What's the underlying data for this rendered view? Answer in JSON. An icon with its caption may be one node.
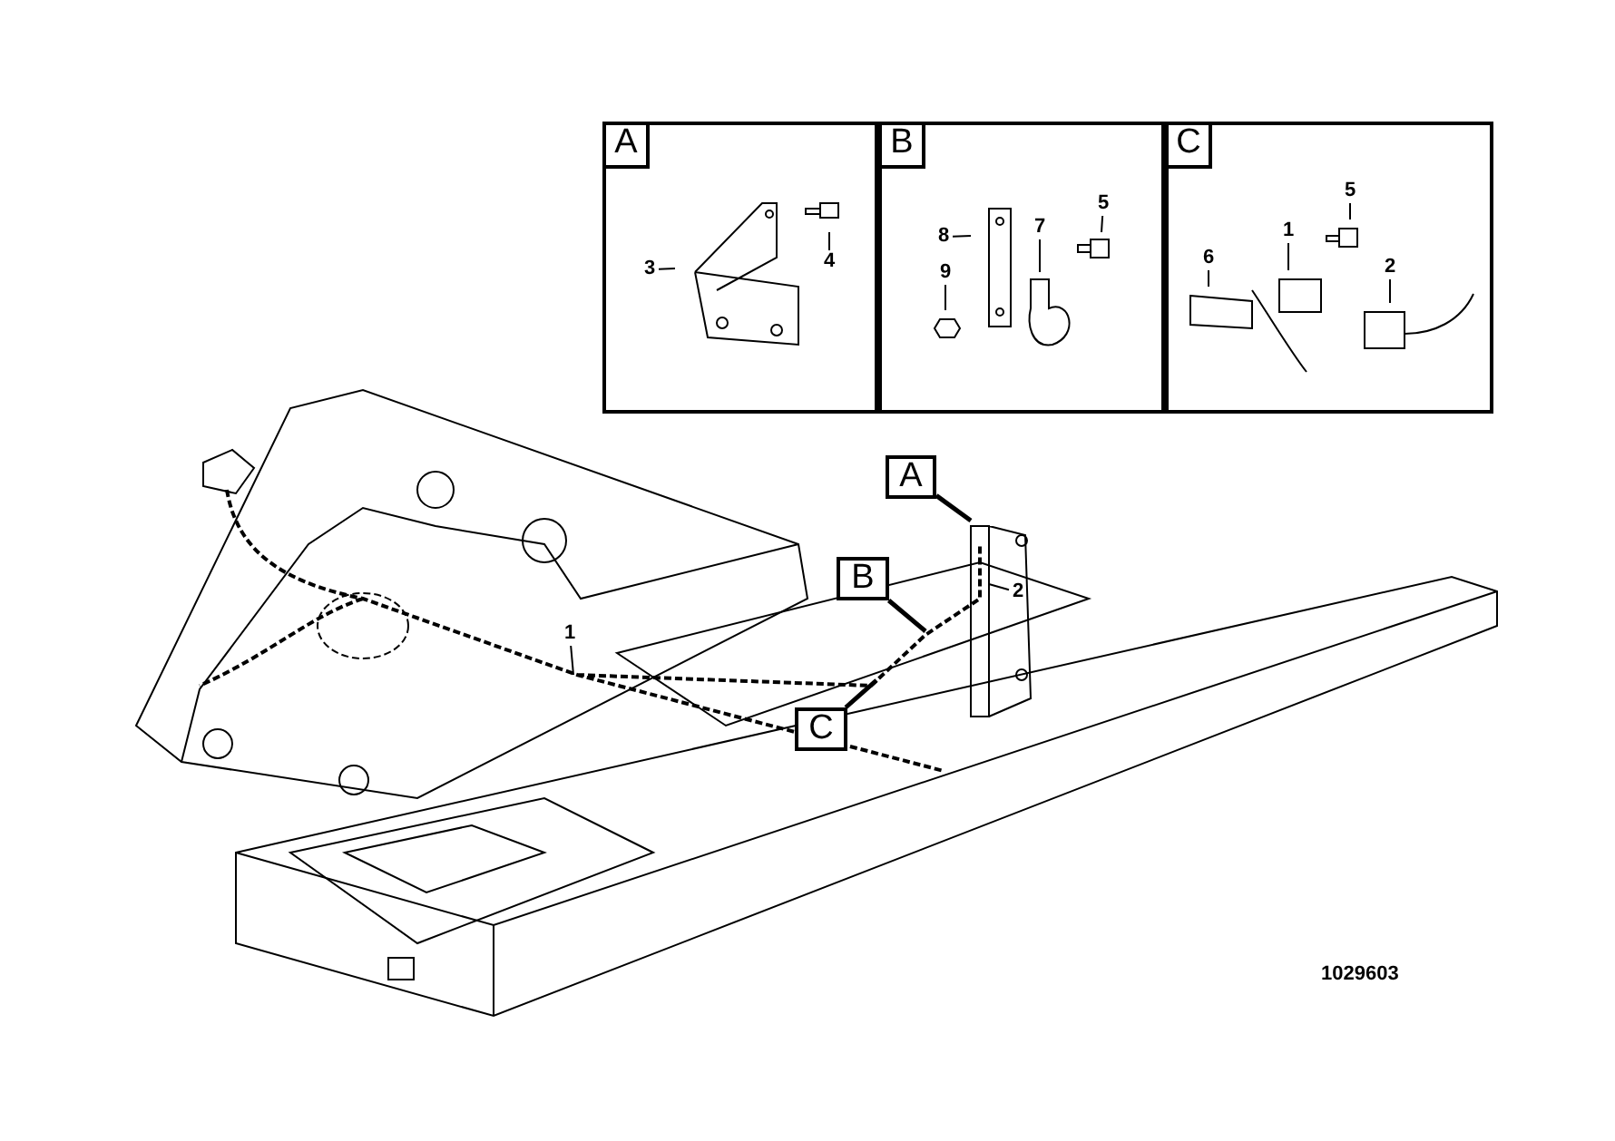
{
  "diagram": {
    "nodes": [
      {
        "text": [],
        "shape": "box"
      },
      {
        "text": [
          "A"
        ],
        "in": 0
      },
      {
        "text": [
          "3"
        ],
        "in": 0
      },
      {
        "text": [
          "4"
        ],
        "in": 0
      },
      {
        "text": [],
        "shape": "box"
      },
      {
        "text": [
          "B"
        ],
        "in": 4
      },
      {
        "text": [
          "8"
        ],
        "in": 4
      },
      {
        "text": [
          "9"
        ],
        "in": 4
      },
      {
        "text": [
          "7"
        ],
        "in": 4
      },
      {
        "text": [
          "5"
        ],
        "in": 4
      },
      {
        "text": [],
        "shape": "box"
      },
      {
        "text": [
          "C"
        ],
        "in": 10
      },
      {
        "text": [
          "6"
        ],
        "in": 10
      },
      {
        "text": [
          "1"
        ],
        "in": 10
      },
      {
        "text": [
          "5"
        ],
        "in": 10
      },
      {
        "text": [
          "2"
        ],
        "in": 10
      },
      {
        "text": [
          "A"
        ]
      },
      {
        "text": [
          "B"
        ]
      },
      {
        "text": [
          "C"
        ]
      },
      {
        "text": [
          "1"
        ]
      },
      {
        "text": [
          "2"
        ]
      }
    ],
    "edges": [
      {
        "from": 2,
        "to": null,
        "arrow": "none"
      },
      {
        "from": 3,
        "to": null,
        "arrow": "none"
      },
      {
        "from": 6,
        "to": null,
        "arrow": "none"
      },
      {
        "from": 7,
        "to": null,
        "arrow": "none"
      },
      {
        "from": 8,
        "to": null,
        "arrow": "none"
      },
      {
        "from": 9,
        "to": null,
        "arrow": "none"
      },
      {
        "from": 12,
        "to": null,
        "arrow": "none"
      },
      {
        "from": 13,
        "to": null,
        "arrow": "none"
      },
      {
        "from": 14,
        "to": null,
        "arrow": "none"
      },
      {
        "from": 15,
        "to": null,
        "arrow": "none"
      },
      {
        "from": 16,
        "to": null,
        "arrow": "none",
        "style": "thick"
      },
      {
        "from": 17,
        "to": null,
        "arrow": "none",
        "style": "thick"
      },
      {
        "from": 18,
        "to": null,
        "arrow": "none",
        "style": "thick"
      },
      {
        "from": 19,
        "to": null,
        "arrow": "none"
      },
      {
        "from": 20,
        "to": null,
        "arrow": "none"
      }
    ],
    "labels": [
      "1029603"
    ]
  }
}
